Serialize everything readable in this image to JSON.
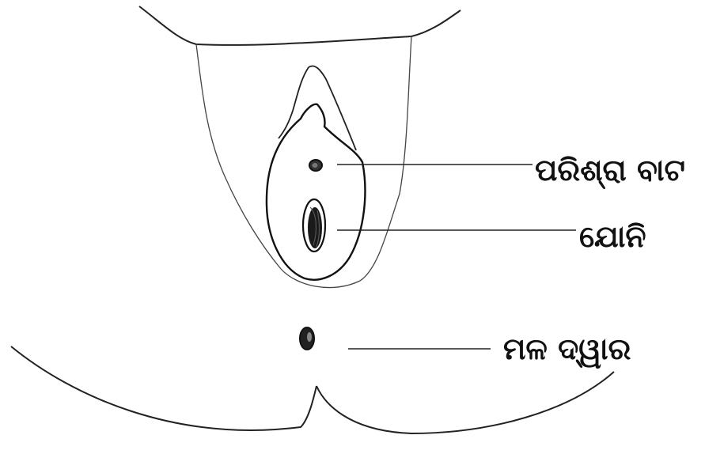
{
  "labels": {
    "urethra": "ପରିଶ୍ରା ବାଟ",
    "vagina": "ଯୋନି",
    "anus": "ମଳ ଦ୍ୱାର"
  },
  "colors": {
    "outline": "#222222",
    "fill": "#222222",
    "background": "#ffffff"
  }
}
